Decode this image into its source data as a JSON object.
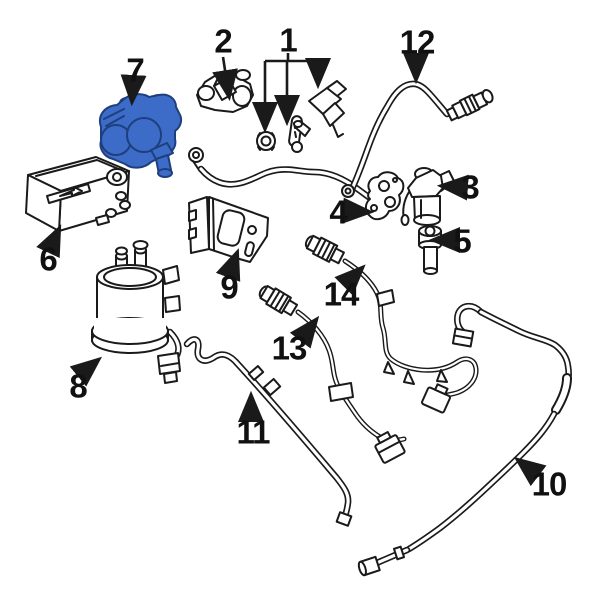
{
  "diagram": {
    "type": "exploded-parts-line-diagram",
    "background": "#ffffff",
    "line_color": "#1a1a1a",
    "highlight_fill": "#3c6cc8",
    "highlight_stroke": "#1e3f7d",
    "highlighted_part": "7",
    "callouts": {
      "c1": {
        "label": "1"
      },
      "c2": {
        "label": "2"
      },
      "c3": {
        "label": "3"
      },
      "c4": {
        "label": "4"
      },
      "c5": {
        "label": "5"
      },
      "c6": {
        "label": "6"
      },
      "c7": {
        "label": "7"
      },
      "c8": {
        "label": "8"
      },
      "c9": {
        "label": "9"
      },
      "c10": {
        "label": "10"
      },
      "c11": {
        "label": "11"
      },
      "c12": {
        "label": "12"
      },
      "c13": {
        "label": "13"
      },
      "c14": {
        "label": "14"
      }
    }
  }
}
